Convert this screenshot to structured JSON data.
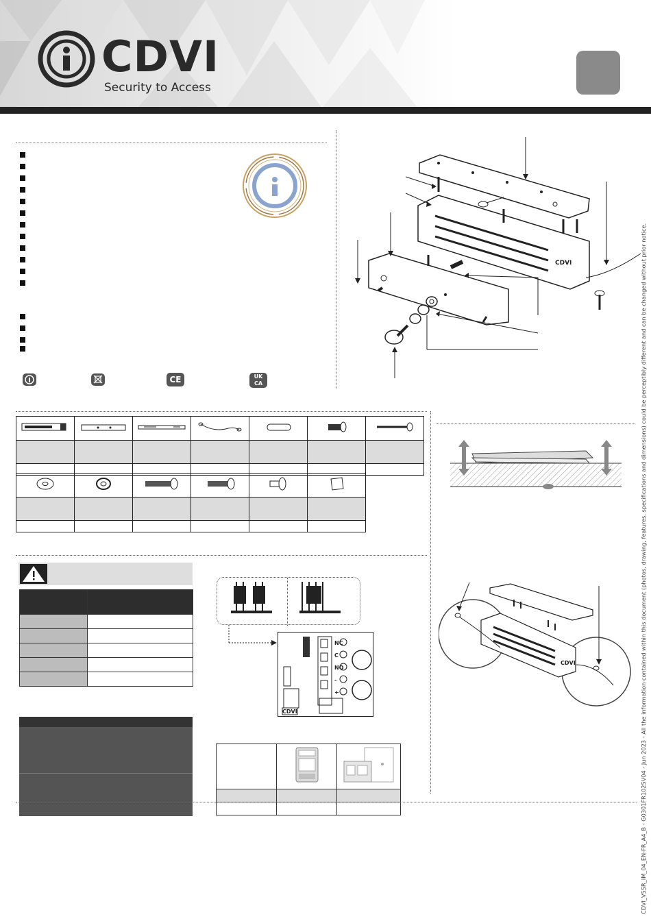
{
  "brand": {
    "name": "CDVI",
    "tagline": "Security to Access"
  },
  "colors": {
    "accent_grey": "#8a8a8a",
    "dark_bar": "#222222",
    "table_grey": "#dcdcdc",
    "dark_box": "#545454"
  },
  "icons": [
    "cdvi-logo-icon",
    "quality-seal-icon",
    "warning-icon",
    "electronic-waste-icon",
    "ce-mark-icon",
    "ukca-mark-icon"
  ],
  "certifications": {
    "ce": "CE",
    "ukca_top": "UK",
    "ukca_bottom": "CA"
  },
  "pcb": {
    "brand": "CDVI",
    "terminals": [
      "NC",
      "C",
      "NO",
      "-",
      "+"
    ]
  },
  "side_note": "CDVI_V5SR_IM_04_EN-FR_A4_B - G0301FR1025V04 - Jun 2023 - All the information contained within this document (photos, drawing, features, specifications and dimensions) could be perceptibly different and can be changed without prior notice."
}
